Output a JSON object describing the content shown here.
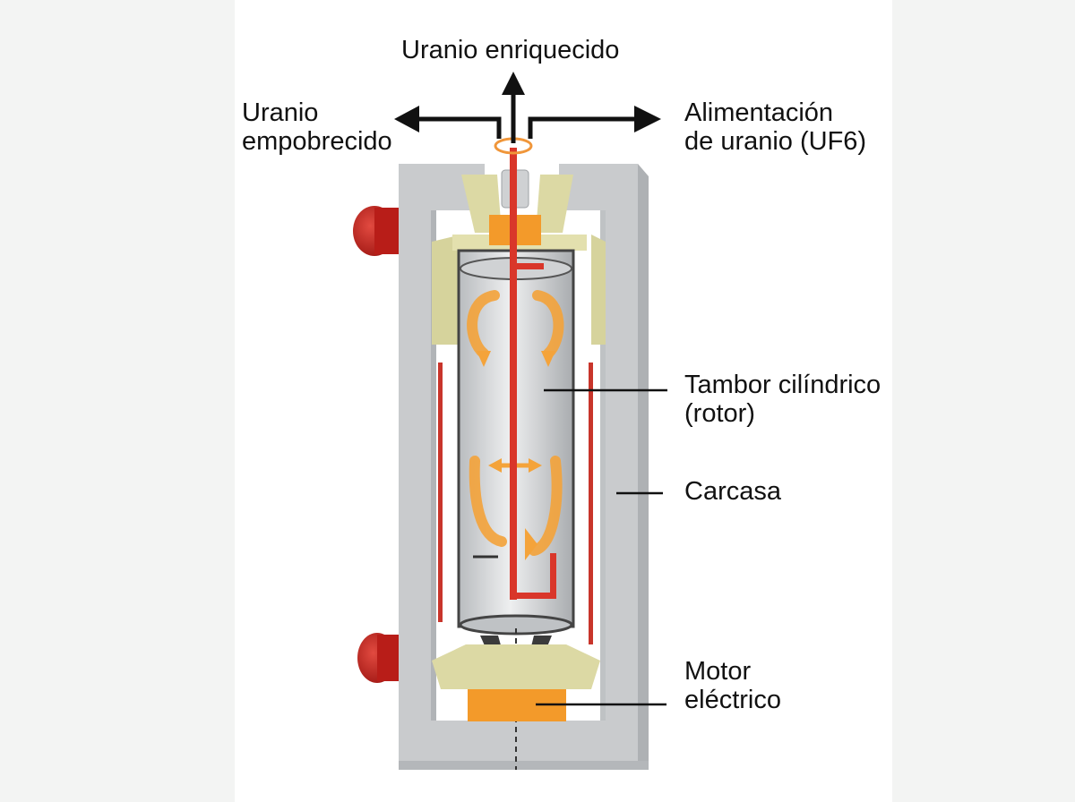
{
  "labels": {
    "enriched": "Uranio enriquecido",
    "depleted": [
      "Uranio",
      "empobrecido"
    ],
    "feed": [
      "Alimentación",
      "de uranio (UF6)"
    ],
    "rotor": [
      "Tambor cilíndrico",
      "(rotor)"
    ],
    "casing": "Carcasa",
    "motor": [
      "Motor",
      "eléctrico"
    ]
  },
  "colors": {
    "casing": "#c9cbcd",
    "casing_shade": "#aeb1b4",
    "collar": "#dcd9a4",
    "motor": "#f39a2a",
    "flow": "#f4a33a",
    "tube": "#d9362a",
    "bump": "#c8241f",
    "arrow": "#111111",
    "background": "#f3f4f3"
  }
}
